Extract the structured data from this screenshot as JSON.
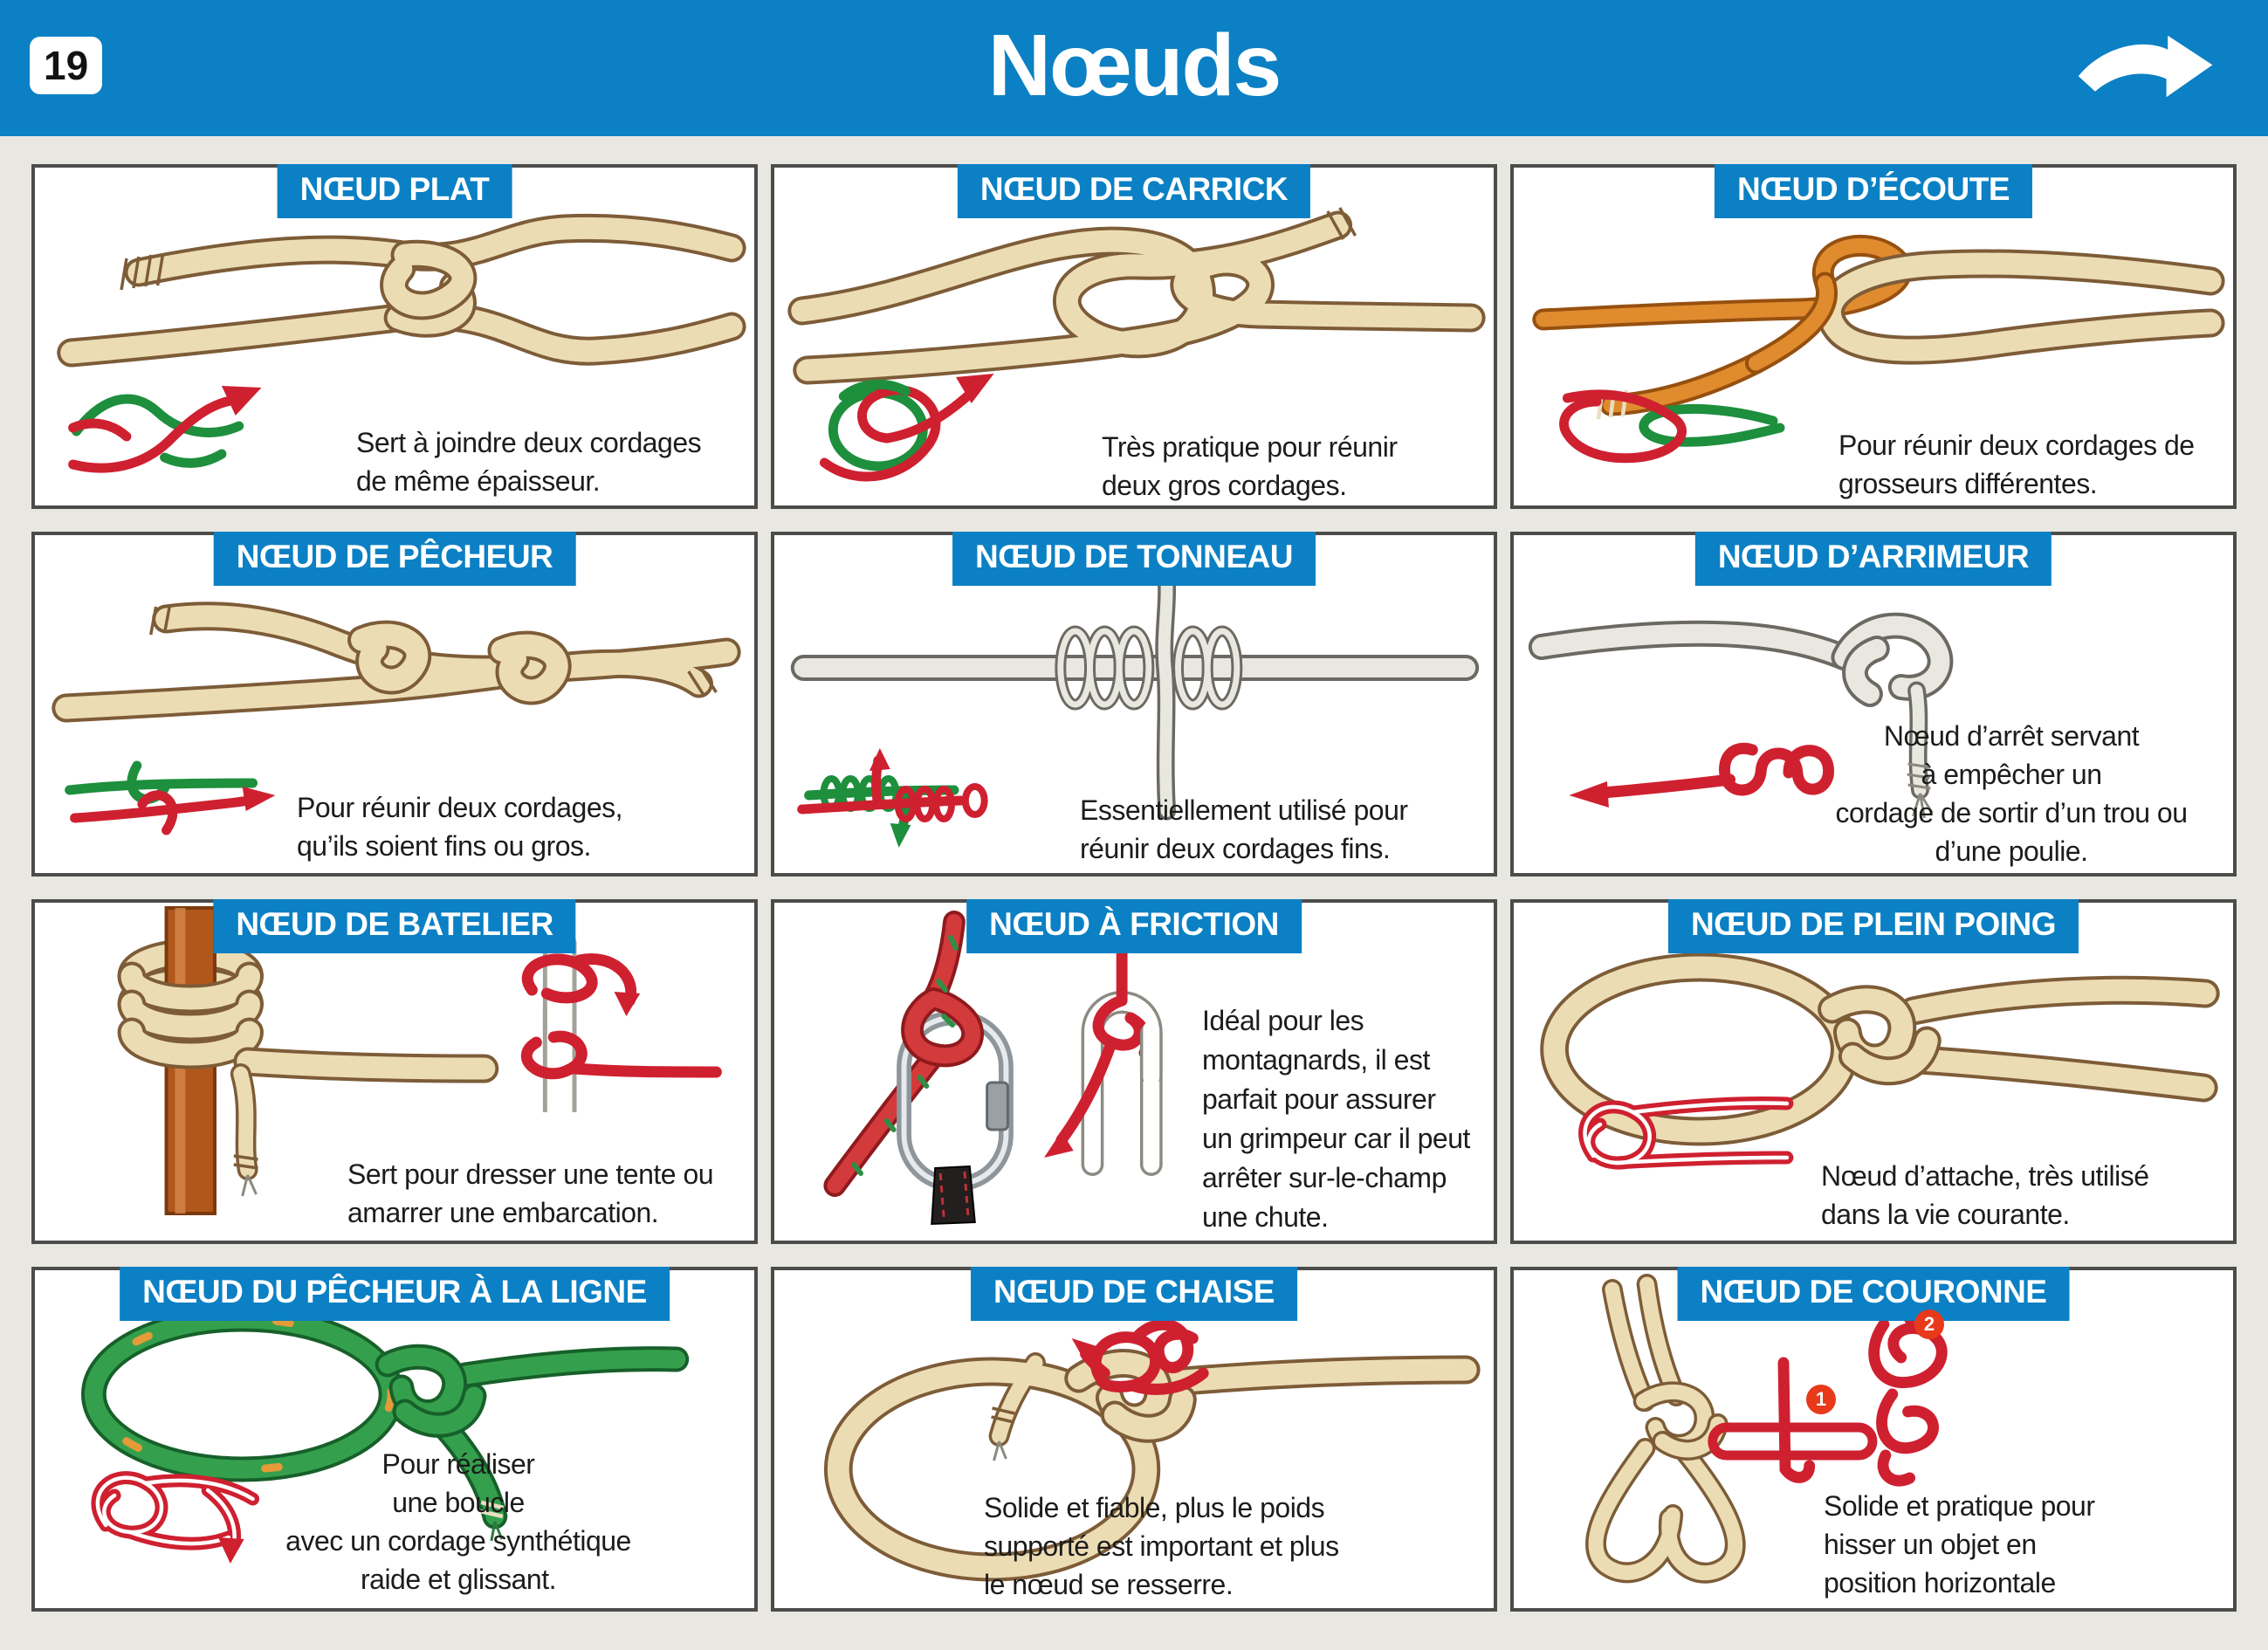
{
  "header": {
    "page_number": "19",
    "title": "Nœuds"
  },
  "icons": {
    "header_arrow": "curved-arrow-right"
  },
  "colors": {
    "accent_blue": "#0b80c4",
    "page_bg": "#e9e7e2",
    "card_border": "#4c4c4a",
    "diagram_red": "#cf2030",
    "diagram_green": "#1d8f3d",
    "badge_red": "#e8391b"
  },
  "cards": [
    {
      "title": "NŒUD PLAT",
      "description": "Sert à joindre deux cordages\nde même épaisseur."
    },
    {
      "title": "NŒUD DE CARRICK",
      "description": "Très pratique pour réunir\ndeux gros cordages."
    },
    {
      "title": "NŒUD D’ÉCOUTE",
      "description": "Pour réunir deux cordages de\ngrosseurs différentes."
    },
    {
      "title": "NŒUD DE PÊCHEUR",
      "description": "Pour réunir deux cordages,\nqu’ils soient fins ou gros."
    },
    {
      "title": "NŒUD DE TONNEAU",
      "description": "Essentiellement utilisé pour\nréunir deux cordages fins."
    },
    {
      "title": "NŒUD D’ARRIMEUR",
      "description": "Nœud d’arrêt servant\nà empêcher un\ncordage de sortir d’un trou ou\nd’une poulie."
    },
    {
      "title": "NŒUD DE BATELIER",
      "description": "Sert pour dresser une tente ou\namarrer une embarcation."
    },
    {
      "title": "NŒUD À FRICTION",
      "description": "Idéal pour les\nmontagnards, il est\nparfait pour assurer\nun grimpeur car il peut\narrêter sur-le-champ\nune chute."
    },
    {
      "title": "NŒUD DE PLEIN POING",
      "description": "Nœud d’attache, très utilisé\ndans la vie courante."
    },
    {
      "title": "NŒUD DU PÊCHEUR À LA LIGNE",
      "description": "Pour réaliser\nune boucle\navec un cordage synthétique\nraide et glissant."
    },
    {
      "title": "NŒUD DE CHAISE",
      "description": "Solide et fiable, plus le poids\nsupporté est important et plus\nle nœud se resserre."
    },
    {
      "title": "NŒUD DE COURONNE",
      "description": "Solide et pratique pour\nhisser un objet en\nposition horizontale",
      "steps": [
        "1",
        "2"
      ]
    }
  ]
}
